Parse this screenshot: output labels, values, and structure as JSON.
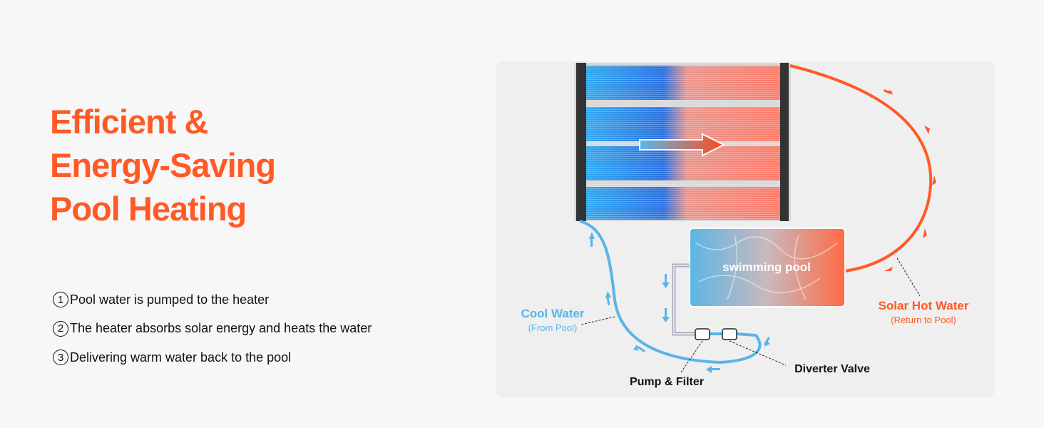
{
  "title": {
    "lines": [
      "Efficient &",
      "Energy-Saving",
      "Pool Heating"
    ]
  },
  "steps": [
    {
      "num": "1",
      "text": "Pool water is pumped to the heater"
    },
    {
      "num": "2",
      "text": "The heater absorbs solar energy and heats the water"
    },
    {
      "num": "3",
      "text": "Delivering warm water back to the pool"
    }
  ],
  "diagram": {
    "pool_label": "swimming pool",
    "cool_water": {
      "label": "Cool Water",
      "sub": "(From Pool)"
    },
    "hot_water": {
      "label": "Solar Hot Water",
      "sub": "(Return to Pool)"
    },
    "pump_label": "Pump & Filter",
    "valve_label": "Diverter Valve"
  },
  "colors": {
    "accent": "#ff5a26",
    "cool": "#5ab4e8",
    "hot": "#ff5a26"
  }
}
